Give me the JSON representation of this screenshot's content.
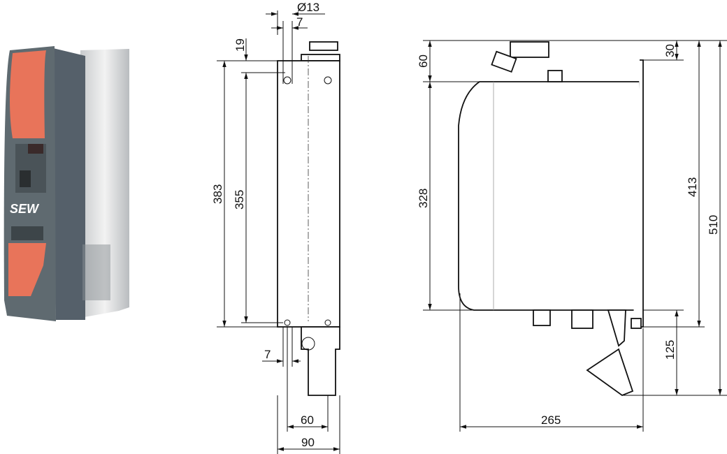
{
  "product_photo": {
    "logo_text": "SEW",
    "accent_color": "#e8745a",
    "body_color": "#5f6a70"
  },
  "front_view": {
    "dims": {
      "hole_diameter": "Ø13",
      "slot_width_top": "7",
      "top_offset": "19",
      "height_total": "383",
      "hole_spacing_vertical": "355",
      "slot_width_bottom": "7",
      "hole_spacing_horizontal": "60",
      "width": "90"
    }
  },
  "side_view": {
    "dims": {
      "top_connector": "60",
      "body_height": "328",
      "top_plate_offset": "30",
      "plate_height": "413",
      "overall_height": "510",
      "bottom_connector": "125",
      "depth": "265"
    }
  }
}
